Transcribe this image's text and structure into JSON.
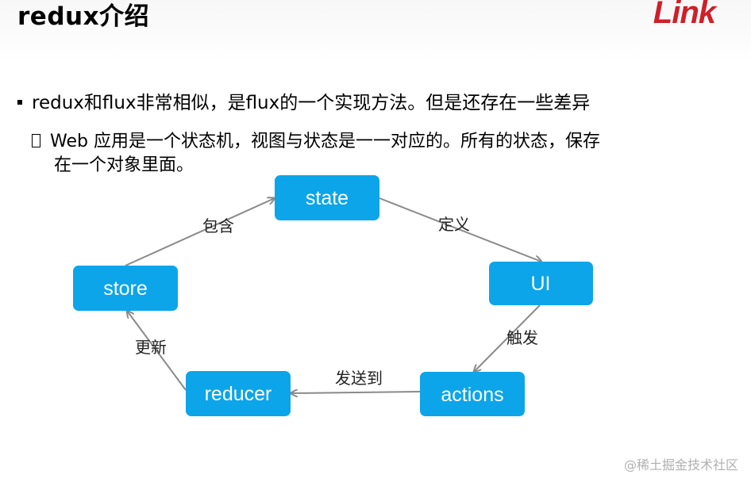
{
  "header": {
    "title": "redux介绍",
    "logo_text": "Link",
    "logo_color": "#cf1f2a"
  },
  "content": {
    "bullet": "redux和flux非常相似，是flux的一个实现方法。但是还存在一些差异",
    "sub_bullet_line1": "Web 应用是一个状态机，视图与状态是一一对应的。所有的状态，保存",
    "sub_bullet_line2": "在一个对象里面。"
  },
  "diagram": {
    "node_color": "#0ca5e9",
    "edge_color": "#8a8a8a",
    "nodes": {
      "state": "state",
      "ui": "UI",
      "actions": "actions",
      "reducer": "reducer",
      "store": "store"
    },
    "edges": {
      "store_state": "包含",
      "state_ui": "定义",
      "ui_actions": "触发",
      "actions_reducer": "发送到",
      "reducer_store": "更新"
    }
  },
  "watermark": "@稀土掘金技术社区"
}
